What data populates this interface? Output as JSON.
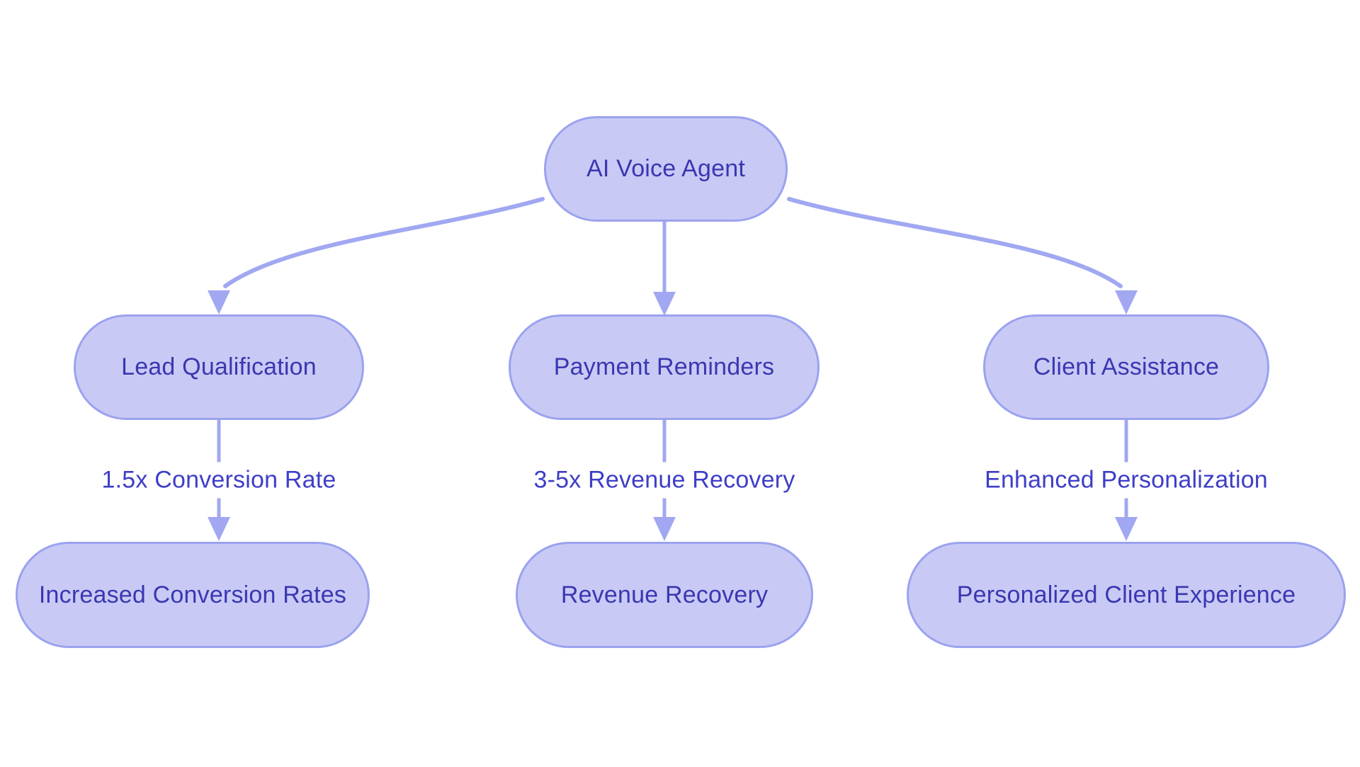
{
  "diagram": {
    "type": "flowchart",
    "root": {
      "label": "AI Voice Agent"
    },
    "branches": [
      {
        "node": "Lead Qualification",
        "edge_label": "1.5x Conversion Rate",
        "outcome": "Increased Conversion Rates"
      },
      {
        "node": "Payment Reminders",
        "edge_label": "3-5x Revenue Recovery",
        "outcome": "Revenue Recovery"
      },
      {
        "node": "Client Assistance",
        "edge_label": "Enhanced Personalization",
        "outcome": "Personalized Client Experience"
      }
    ],
    "colors": {
      "node_fill": "#c8caf5",
      "node_border": "#9ba2ef",
      "node_text": "#3a37b1",
      "edge_line": "#a1a8f1",
      "edge_label_text": "#3e3ec8",
      "background": "#ffffff"
    }
  }
}
